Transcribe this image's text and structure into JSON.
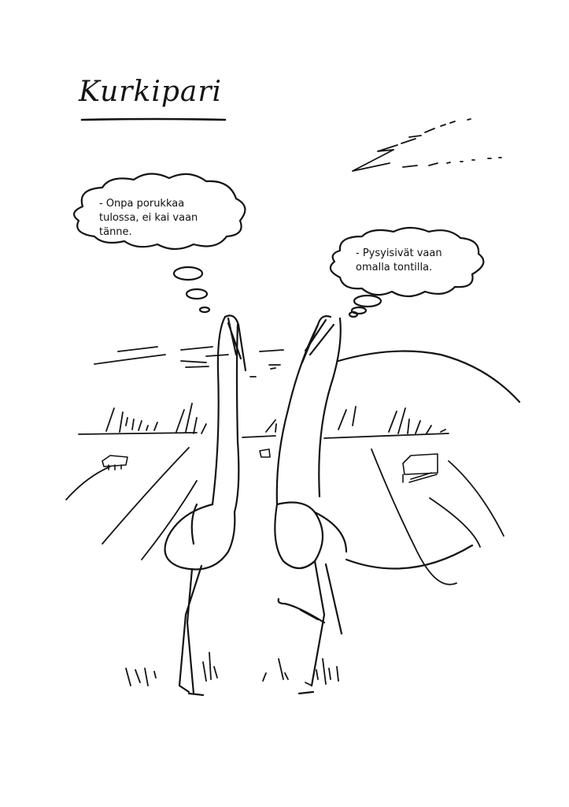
{
  "title": "Kurkipari",
  "bubble_left": "- Onpa porukkaa tulossa, ei kai vaan tänne.",
  "bubble_right": "- Pysyisivät vaan omalla tontilla.",
  "colors": {
    "ink": "#141414",
    "paper": "#ffffff"
  }
}
